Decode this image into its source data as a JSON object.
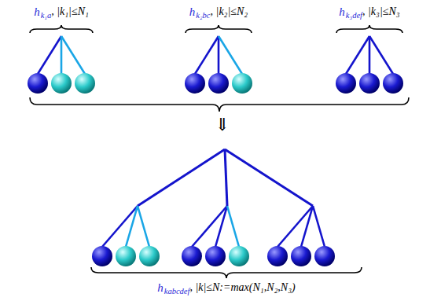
{
  "diagram": {
    "labels": [
      "h",
      "k₁a",
      ", |k₁|≤N₁",
      "h",
      "k₂bc",
      ", |k₂|≤N₂",
      "h",
      "k₃def",
      ", |k₃|≤N₃",
      "⇓",
      "h",
      "kabcdef",
      ", |k|≤N:=max(N₁,N₂,N₃)"
    ]
  }
}
